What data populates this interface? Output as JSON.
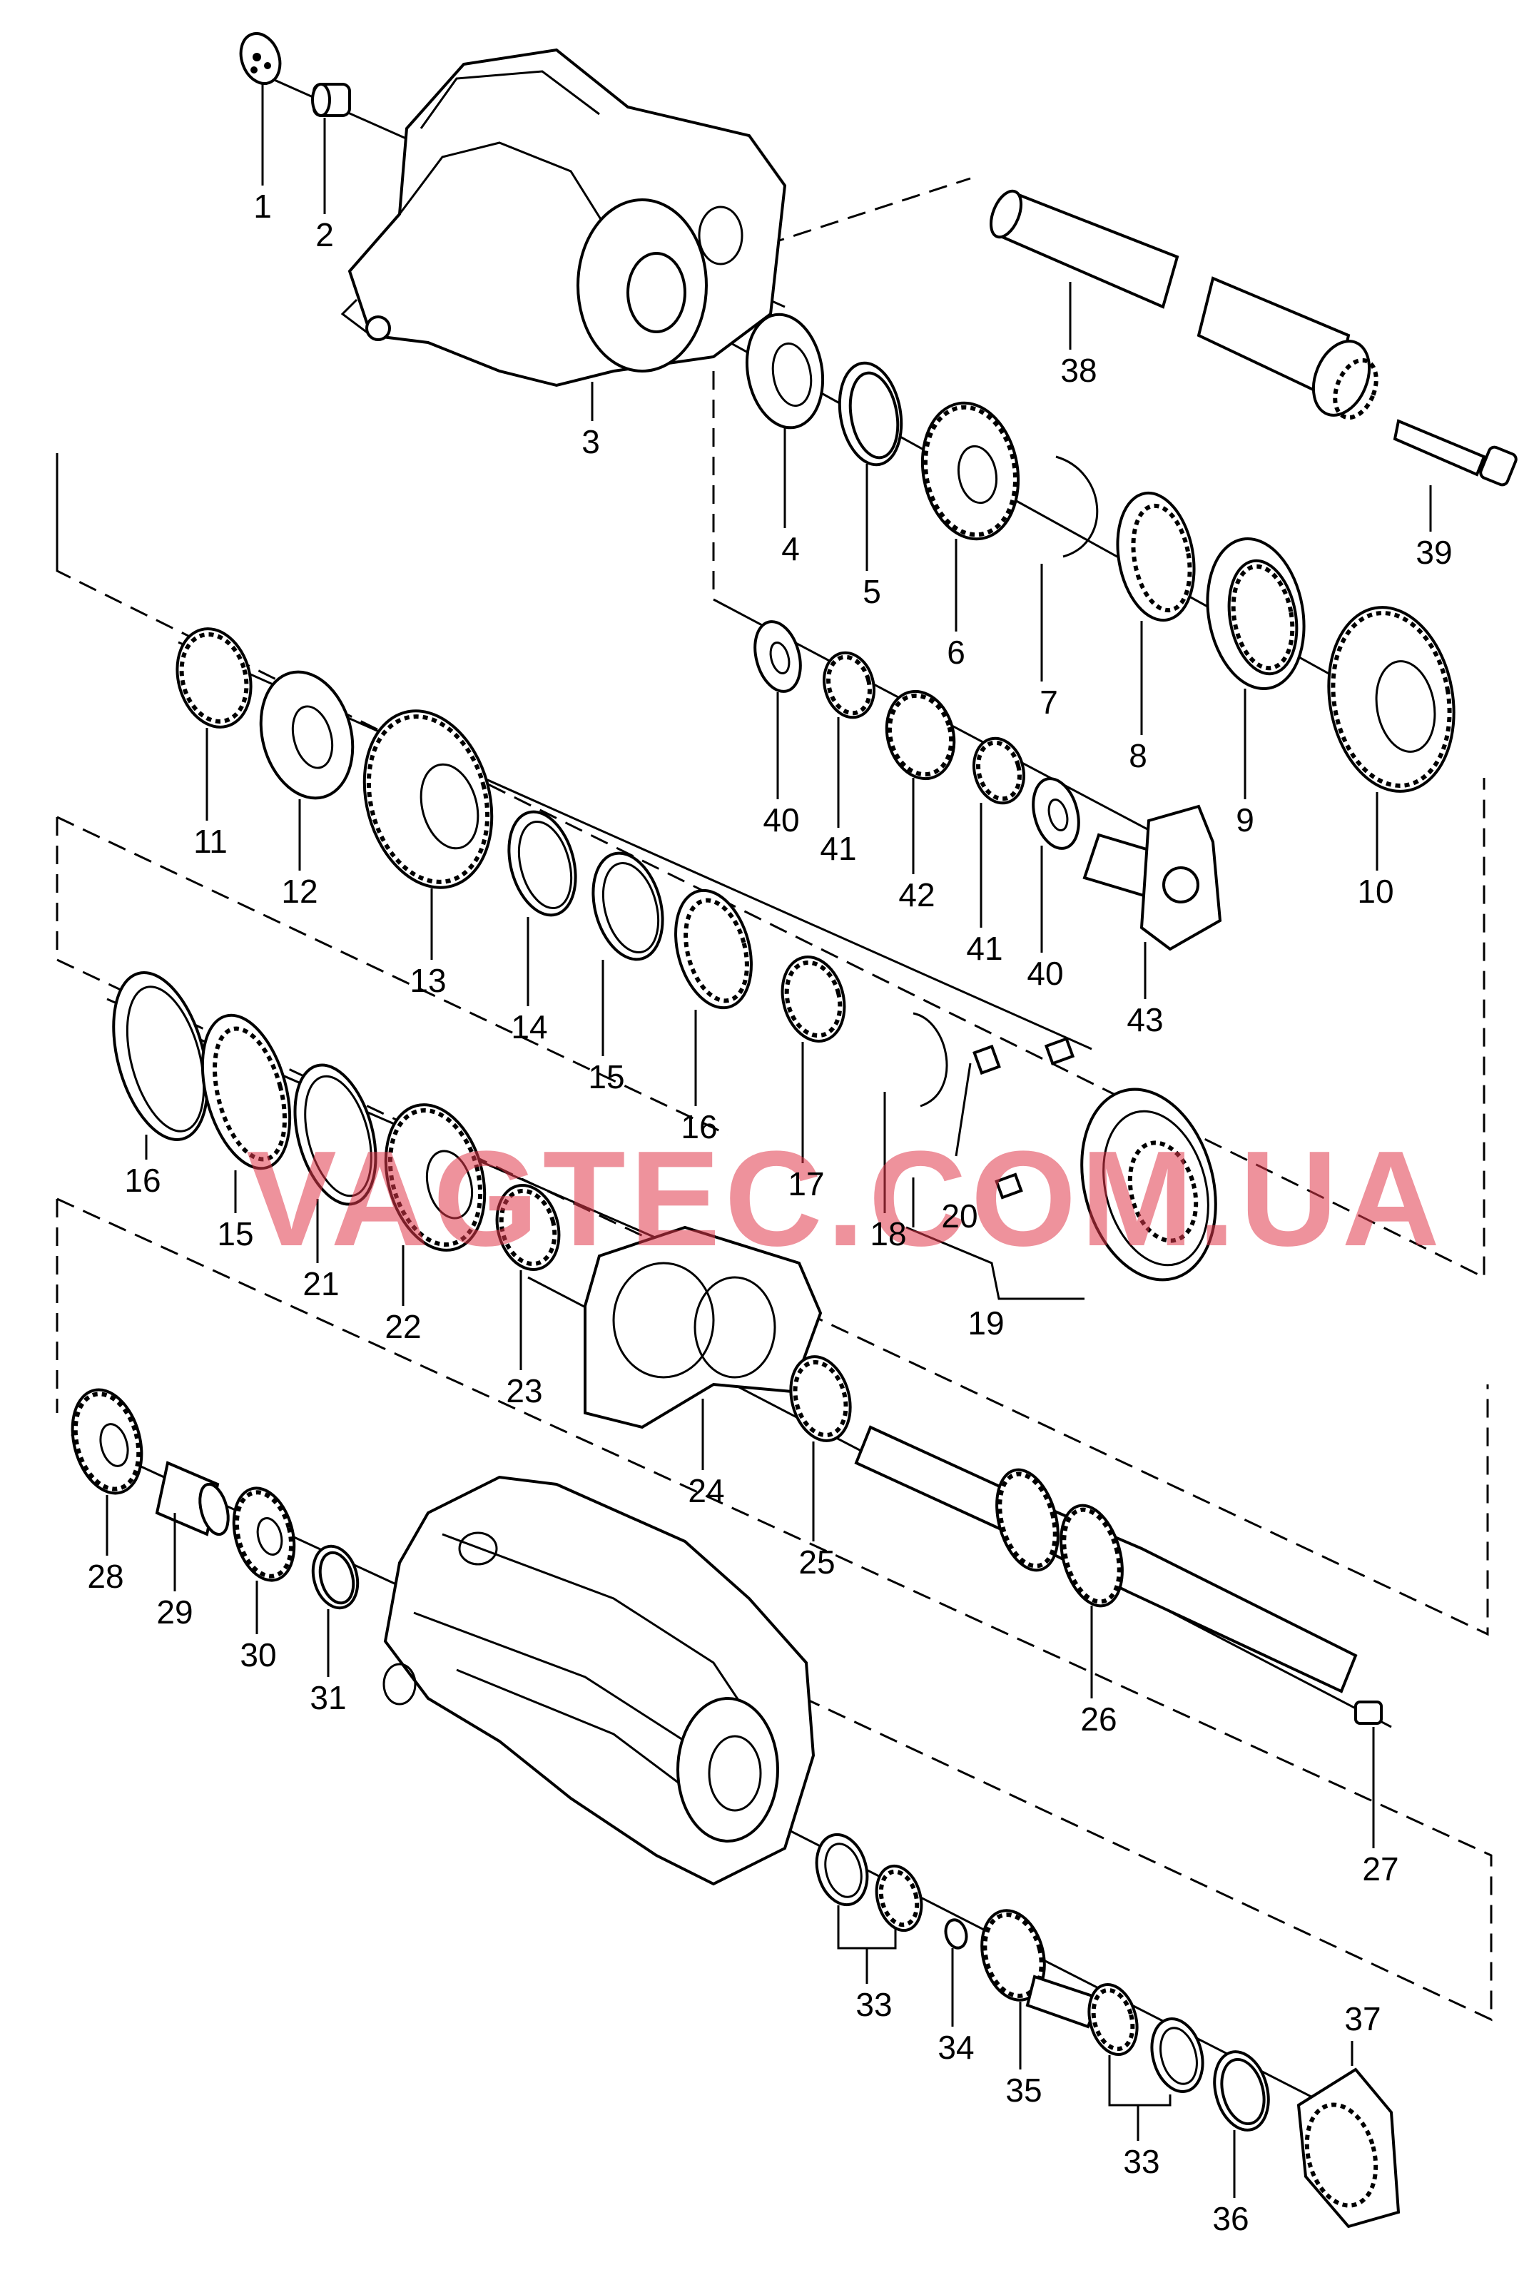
{
  "watermark": "VAGTEC.COM.UA",
  "labels": [
    "1",
    "2",
    "3",
    "4",
    "5",
    "6",
    "7",
    "8",
    "9",
    "10",
    "11",
    "12",
    "13",
    "14",
    "15",
    "16",
    "17",
    "18",
    "19",
    "20",
    "21",
    "22",
    "23",
    "24",
    "25",
    "26",
    "27",
    "28",
    "29",
    "30",
    "31",
    "33",
    "34",
    "35",
    "36",
    "37",
    "38",
    "39",
    "40",
    "41",
    "42",
    " 43"
  ]
}
